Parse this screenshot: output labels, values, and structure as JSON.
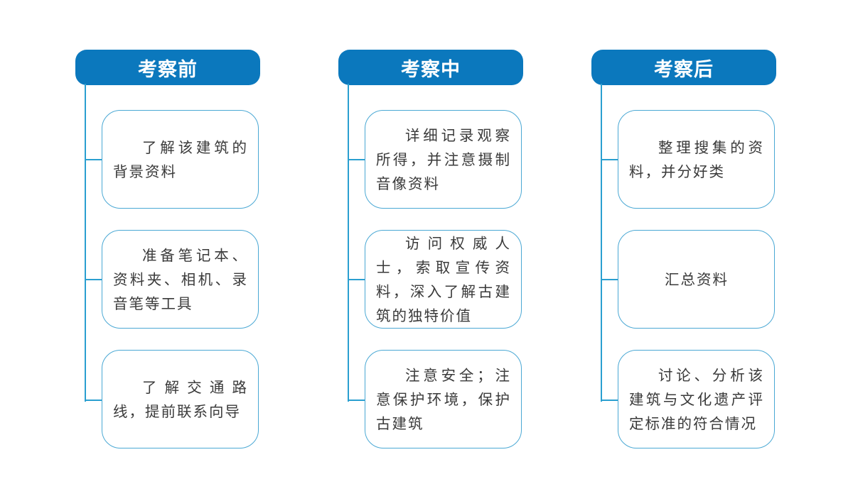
{
  "columns": [
    {
      "title": "考察前",
      "items": [
        "了解该建筑的背景资料",
        "准备笔记本、资料夹、相机、录音笔等工具",
        "了解交通路线，提前联系向导"
      ]
    },
    {
      "title": "考察中",
      "items": [
        "详细记录观察所得，并注意摄制音像资料",
        "访问权威人士，索取宣传资料，深入了解古建筑的独特价值",
        "注意安全；注意保护环境，保护古建筑"
      ]
    },
    {
      "title": "考察后",
      "items": [
        "整理搜集的资料，并分好类",
        "汇总资料",
        "讨论、分析该建筑与文化遗产评定标准的符合情况"
      ]
    }
  ],
  "colors": {
    "header_fill": "#0b78bd",
    "connector": "#2a9fd0",
    "card_border": "#4aa8d4",
    "text": "#3a3a3a"
  }
}
